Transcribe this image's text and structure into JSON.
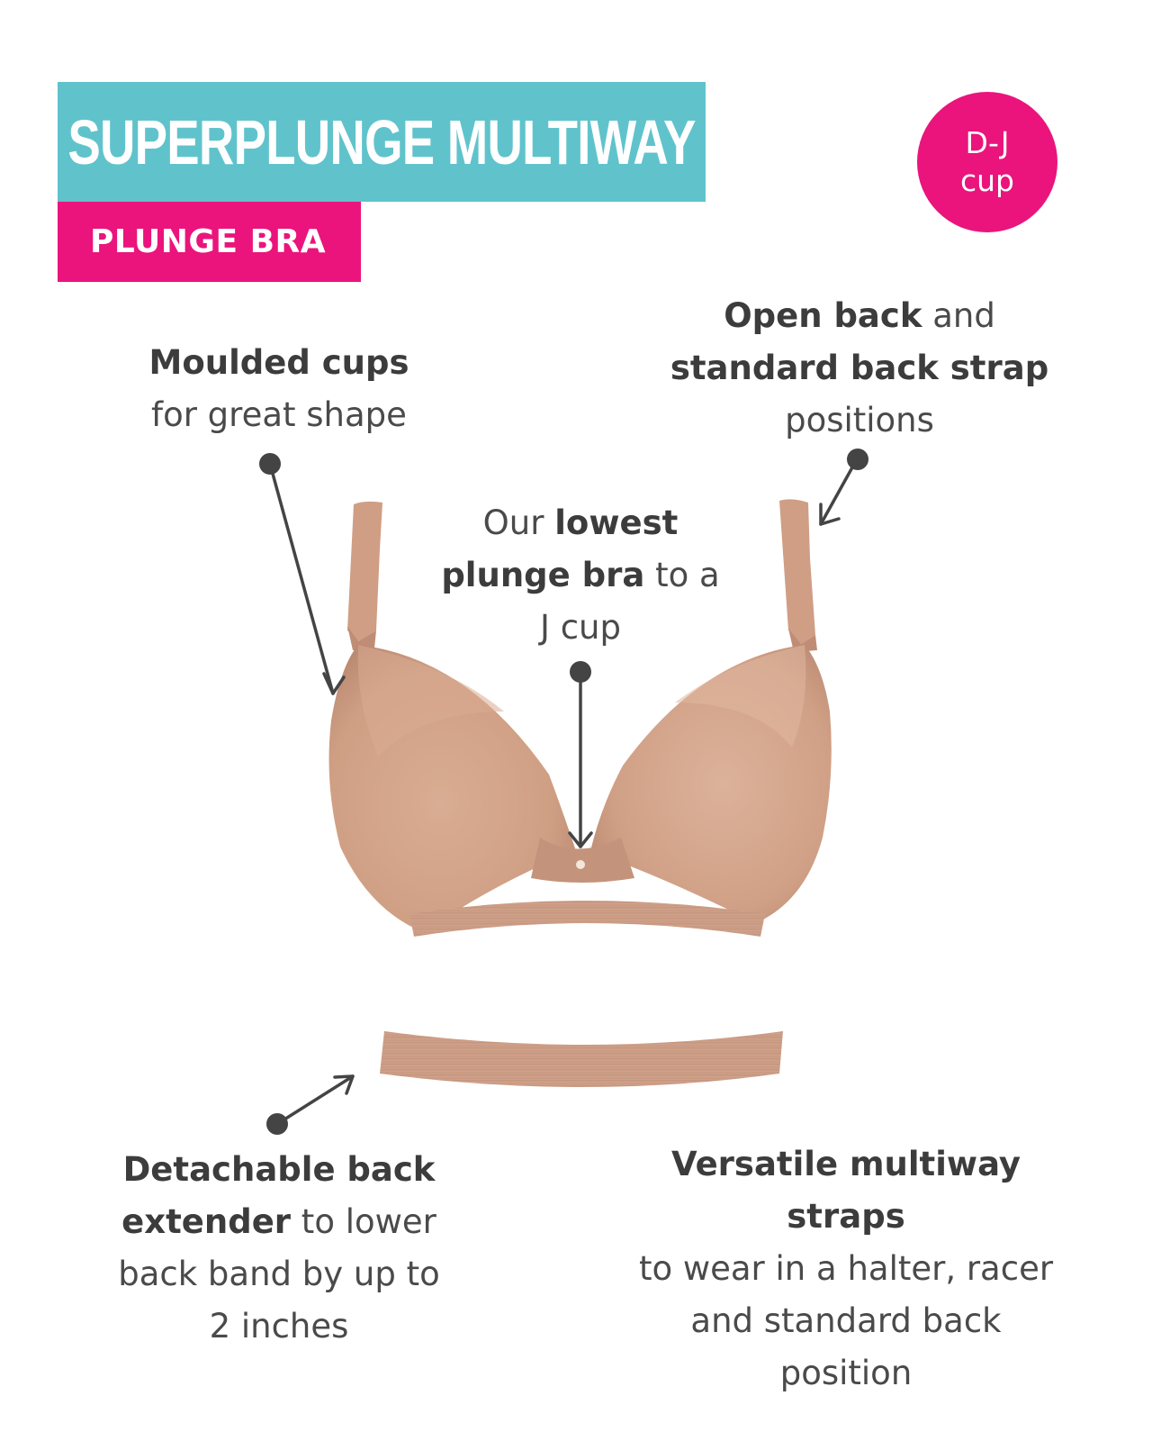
{
  "header": {
    "title": "SUPERPLUNGE MULTIWAY",
    "subtitle": "PLUNGE BRA",
    "badge_line1": "D-J",
    "badge_line2": "cup"
  },
  "callouts": {
    "moulded": {
      "bold": "Moulded cups",
      "rest": "for great shape"
    },
    "openback": {
      "bold1": "Open back",
      "rest1": " and",
      "bold2": "standard back strap",
      "rest2": "positions"
    },
    "lowest": {
      "rest1": "Our ",
      "bold1": "lowest",
      "bold2": "plunge bra",
      "rest2": " to a",
      "rest3": "J cup"
    },
    "extender": {
      "bold1": "Detachable back",
      "bold2": "extender",
      "rest1": " to lower",
      "rest2": "back band by up to",
      "rest3": "2 inches"
    },
    "straps": {
      "bold": "Versatile multiway straps",
      "rest1": "to wear in a halter, racer",
      "rest2": "and standard back",
      "rest3": "position"
    }
  },
  "colors": {
    "title_bar": "#60c3cc",
    "accent_pink": "#ea147c",
    "text": "#444444",
    "product_nude": "#d4a48a"
  },
  "icons": [
    "pointer-dot-icon",
    "arrow-icon"
  ]
}
